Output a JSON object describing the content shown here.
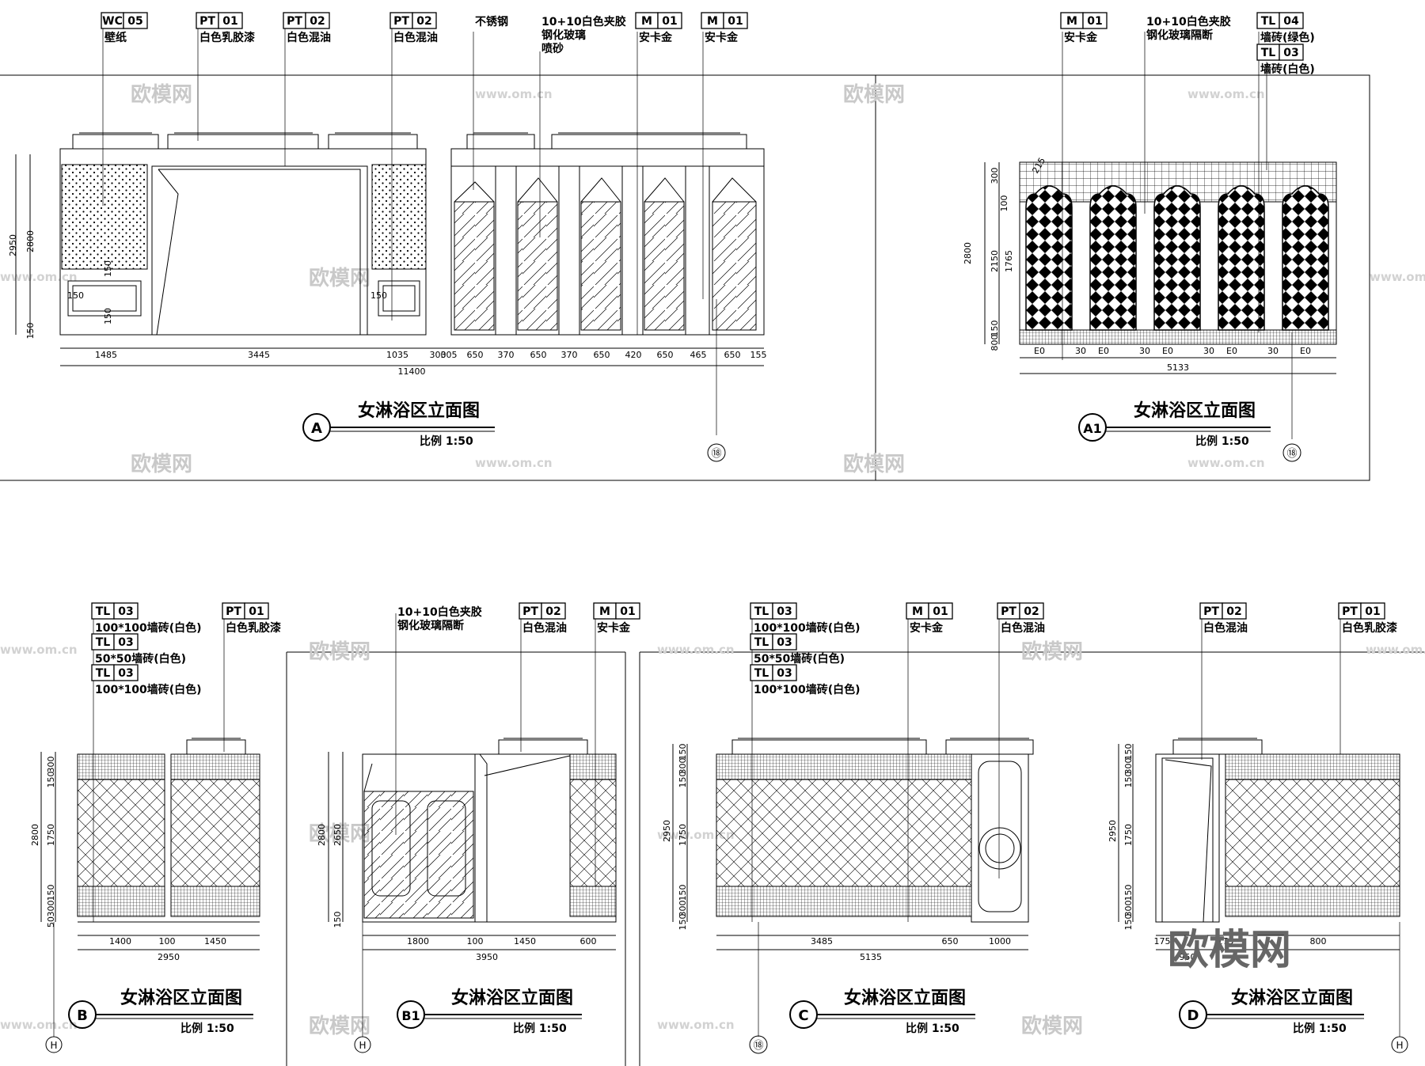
{
  "callouts": {
    "A": [
      {
        "code": "WC",
        "num": "05",
        "lines": [
          "壁纸"
        ]
      },
      {
        "code": "PT",
        "num": "01",
        "lines": [
          "白色乳胶漆"
        ]
      },
      {
        "code": "PT",
        "num": "02",
        "lines": [
          "白色混油"
        ]
      },
      {
        "code": "PT",
        "num": "02",
        "lines": [
          "白色混油"
        ]
      },
      {
        "code": "",
        "num": "",
        "lines": [
          "不锈钢"
        ]
      },
      {
        "code": "",
        "num": "",
        "lines": [
          "10+10白色夹胶",
          "钢化玻璃",
          "喷砂"
        ]
      },
      {
        "code": "M",
        "num": "01",
        "lines": [
          "安卡金"
        ]
      },
      {
        "code": "M",
        "num": "01",
        "lines": [
          "安卡金"
        ]
      }
    ],
    "A1": [
      {
        "code": "M",
        "num": "01",
        "lines": [
          "安卡金"
        ]
      },
      {
        "code": "",
        "num": "",
        "lines": [
          "10+10白色夹胶",
          "钢化玻璃隔断"
        ]
      },
      {
        "code": "TL",
        "num": "04",
        "lines": [
          "墙砖(绿色)"
        ]
      },
      {
        "code": "TL",
        "num": "03",
        "lines": [
          "墙砖(白色)"
        ]
      }
    ],
    "B": [
      {
        "code": "TL",
        "num": "03",
        "lines": [
          "100*100墙砖(白色)"
        ]
      },
      {
        "code": "TL",
        "num": "03",
        "lines": [
          "50*50墙砖(白色)"
        ]
      },
      {
        "code": "TL",
        "num": "03",
        "lines": [
          "100*100墙砖(白色)"
        ]
      },
      {
        "code": "PT",
        "num": "01",
        "lines": [
          "白色乳胶漆"
        ]
      }
    ],
    "B1": [
      {
        "code": "",
        "num": "",
        "lines": [
          "10+10白色夹胶",
          "钢化玻璃隔断"
        ]
      },
      {
        "code": "PT",
        "num": "02",
        "lines": [
          "白色混油"
        ]
      },
      {
        "code": "M",
        "num": "01",
        "lines": [
          "安卡金"
        ]
      }
    ],
    "C": [
      {
        "code": "TL",
        "num": "03",
        "lines": [
          "100*100墙砖(白色)"
        ]
      },
      {
        "code": "TL",
        "num": "03",
        "lines": [
          "50*50墙砖(白色)"
        ]
      },
      {
        "code": "TL",
        "num": "03",
        "lines": [
          "100*100墙砖(白色)"
        ]
      },
      {
        "code": "M",
        "num": "01",
        "lines": [
          "安卡金"
        ]
      },
      {
        "code": "PT",
        "num": "02",
        "lines": [
          "白色混油"
        ]
      }
    ],
    "D": [
      {
        "code": "PT",
        "num": "02",
        "lines": [
          "白色混油"
        ]
      },
      {
        "code": "PT",
        "num": "01",
        "lines": [
          "白色乳胶漆"
        ]
      }
    ]
  },
  "titles": {
    "A": {
      "label": "A",
      "title": "女淋浴区立面图",
      "scale": "比例 1:50"
    },
    "A1": {
      "label": "A1",
      "title": "女淋浴区立面图",
      "scale": "比例 1:50"
    },
    "B": {
      "label": "B",
      "title": "女淋浴区立面图",
      "scale": "比例 1:50"
    },
    "B1": {
      "label": "B1",
      "title": "女淋浴区立面图",
      "scale": "比例 1:50"
    },
    "C": {
      "label": "C",
      "title": "女淋浴区立面图",
      "scale": "比例 1:50"
    },
    "D": {
      "label": "D",
      "title": "女淋浴区立面图",
      "scale": "比例 1:50"
    }
  },
  "grid_markers": {
    "A": "⑱",
    "A1": "⑱",
    "B": "H",
    "B1": "H",
    "C": "⑱",
    "D": "H"
  },
  "dimensions": {
    "A_bottom": [
      "1485",
      "3445",
      "1035",
      "300",
      "305",
      "650",
      "370",
      "650",
      "370",
      "650",
      "420",
      "650",
      "465",
      "650",
      "155"
    ],
    "A_total": "11400",
    "A_left": [
      "2950",
      "2800",
      "150"
    ],
    "A_side": [
      "150",
      "150",
      "150",
      "150"
    ],
    "A1_bottom": [
      "E0",
      "30",
      "E0",
      "30",
      "E0",
      "30",
      "E0",
      "30",
      "E0"
    ],
    "A1_total": "5133",
    "A1_left": [
      "2800",
      "300",
      "100",
      "2150",
      "1765",
      "150",
      "800"
    ],
    "A1_diag": "215",
    "B_bottom": [
      "1400",
      "100",
      "1450"
    ],
    "B_total": "2950",
    "B_left": [
      "2800",
      "300",
      "150",
      "1750",
      "150",
      "300",
      "50"
    ],
    "B1_bottom": [
      "1800",
      "100",
      "1450",
      "600"
    ],
    "B1_total": "3950",
    "B1_left": [
      "2800",
      "2650",
      "150"
    ],
    "C_bottom": [
      "3485",
      "650",
      "1000"
    ],
    "C_total": "5135",
    "C_left": [
      "2950",
      "150",
      "300",
      "150",
      "1750",
      "150",
      "300",
      "150"
    ],
    "D_bottom": [
      "175",
      "175",
      "800"
    ],
    "D_total": "950",
    "D_left": [
      "2950",
      "150",
      "300",
      "150",
      "1750",
      "150",
      "300",
      "150"
    ]
  },
  "watermarks": {
    "cn": "欧模网",
    "url": "www.om.cn",
    "big": "欧模网"
  }
}
